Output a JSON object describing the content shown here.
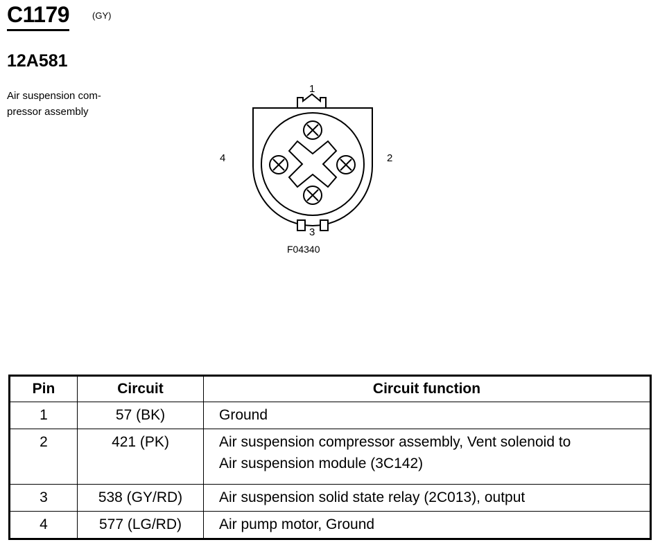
{
  "header": {
    "connector_id": "C1179",
    "color_code": "(GY)",
    "part_number": "12A581",
    "description_lines": [
      "Air suspension com-",
      "pressor assembly"
    ]
  },
  "diagram": {
    "pin_labels": [
      "1",
      "2",
      "3",
      "4"
    ],
    "figure_id": "F04340"
  },
  "table": {
    "headers": [
      "Pin",
      "Circuit",
      "Circuit function"
    ],
    "rows": [
      {
        "pin": "1",
        "circuit": "57 (BK)",
        "function_lines": [
          "Ground"
        ]
      },
      {
        "pin": "2",
        "circuit": "421 (PK)",
        "function_lines": [
          "Air suspension compressor assembly, Vent solenoid to",
          "Air suspension module (3C142)"
        ]
      },
      {
        "pin": "3",
        "circuit": "538 (GY/RD)",
        "function_lines": [
          "Air suspension solid state relay (2C013), output"
        ]
      },
      {
        "pin": "4",
        "circuit": "577 (LG/RD)",
        "function_lines": [
          "Air pump motor, Ground"
        ]
      }
    ]
  }
}
